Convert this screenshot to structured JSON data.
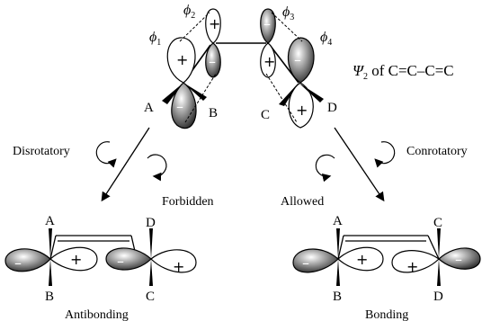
{
  "colors": {
    "ink": "#000000",
    "shade_dark": "#2a2a2a",
    "shade_light": "#e6e6e6",
    "paper": "#ffffff"
  },
  "orbitals": {
    "phi1": {
      "sym": "ϕ",
      "sub": "1"
    },
    "phi2": {
      "sym": "ϕ",
      "sub": "2"
    },
    "phi3": {
      "sym": "ϕ",
      "sub": "3"
    },
    "phi4": {
      "sym": "ϕ",
      "sub": "4"
    }
  },
  "psi_label": {
    "sym": "Ψ",
    "sub": "2",
    "text": " of C=C–C=C"
  },
  "substituents": {
    "top_left_A": "A",
    "top_left_B": "B",
    "top_right_C": "C",
    "top_right_D": "D",
    "bl_A": "A",
    "bl_B": "B",
    "bl_D": "D",
    "bl_C": "C",
    "br_A": "A",
    "br_B": "B",
    "br_C": "C",
    "br_D": "D"
  },
  "signs": {
    "plus": "+",
    "minus": "–"
  },
  "modes": {
    "disrotatory": "Disrotatory",
    "conrotatory": "Conrotatory",
    "forbidden": "Forbidden",
    "allowed": "Allowed"
  },
  "outcomes": {
    "left": "Antibonding",
    "right": "Bonding"
  }
}
